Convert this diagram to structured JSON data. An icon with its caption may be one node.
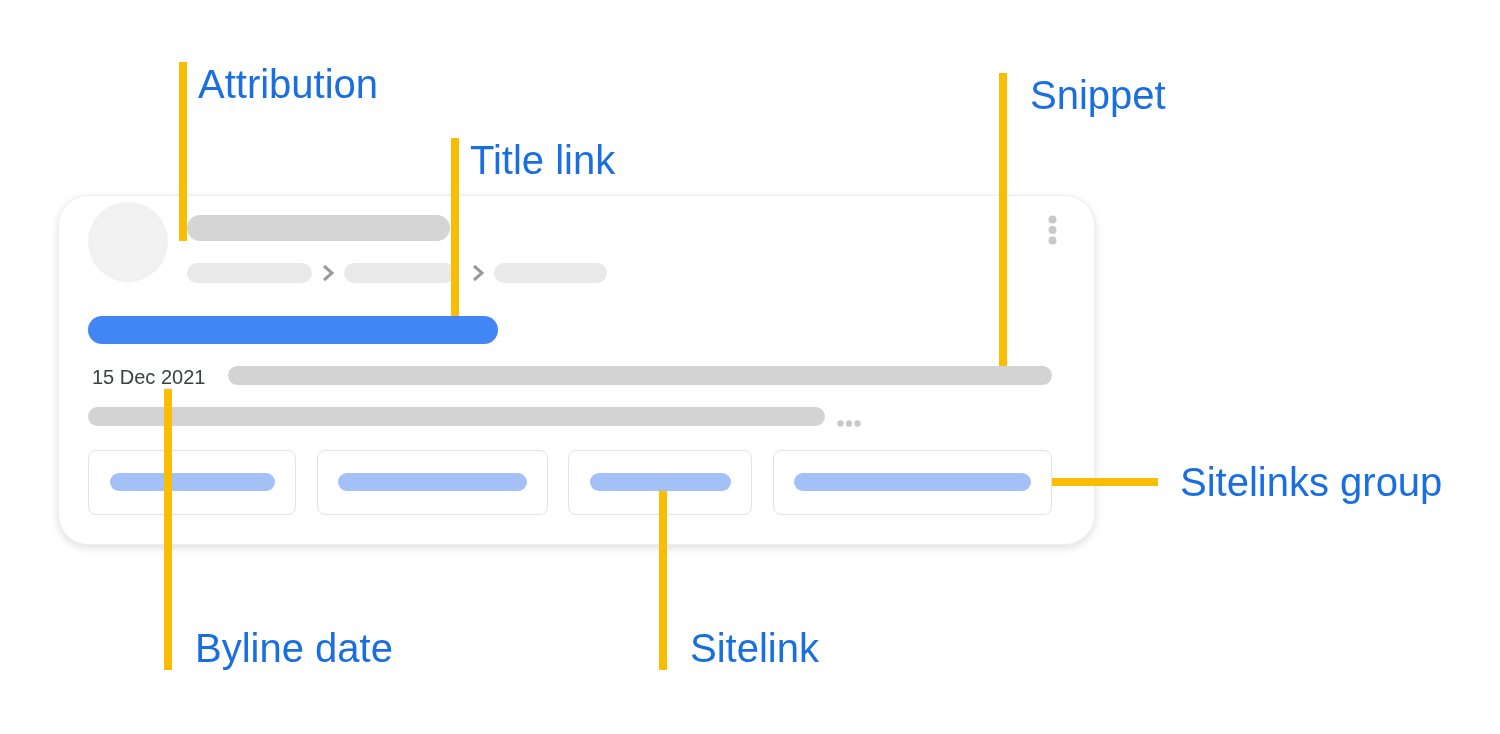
{
  "diagram": {
    "nodes": [
      {
        "text": [
          "Attribution"
        ]
      },
      {
        "text": [
          "Title link"
        ]
      },
      {
        "text": [
          "Snippet"
        ]
      },
      {
        "text": [],
        "shape": "box"
      },
      {
        "text": [],
        "shape": "bar",
        "in": 3
      },
      {
        "text": [],
        "shape": "bar",
        "in": 3
      },
      {
        "text": [],
        "shape": "bar",
        "in": 3
      },
      {
        "text": [],
        "shape": "bar",
        "in": 3
      },
      {
        "text": [],
        "shape": "bar",
        "in": 3
      },
      {
        "text": [
          "15 Dec 2021"
        ],
        "in": 3
      },
      {
        "text": [],
        "shape": "bar",
        "in": 3
      },
      {
        "text": [],
        "shape": "bar",
        "in": 3
      },
      {
        "text": [],
        "shape": "box",
        "in": 3
      },
      {
        "text": [],
        "shape": "bar",
        "in": 12
      },
      {
        "text": [],
        "shape": "box",
        "in": 3
      },
      {
        "text": [],
        "shape": "bar",
        "in": 14
      },
      {
        "text": [],
        "shape": "box",
        "in": 3
      },
      {
        "text": [],
        "shape": "bar",
        "in": 16
      },
      {
        "text": [],
        "shape": "box",
        "in": 3
      },
      {
        "text": [],
        "shape": "bar",
        "in": 18
      },
      {
        "text": [
          "Sitelinks group"
        ]
      },
      {
        "text": [
          "Byline date"
        ]
      },
      {
        "text": [
          "Sitelink"
        ]
      }
    ],
    "edges": [
      {
        "from": 0,
        "to": 4,
        "arrow": "none"
      },
      {
        "from": 1,
        "to": 8,
        "arrow": "none"
      },
      {
        "from": 2,
        "to": 10,
        "arrow": "none"
      },
      {
        "from": 20,
        "to": 18,
        "arrow": "none"
      },
      {
        "from": 21,
        "to": 9,
        "arrow": "none"
      },
      {
        "from": 22,
        "to": 17,
        "arrow": "none"
      }
    ]
  }
}
